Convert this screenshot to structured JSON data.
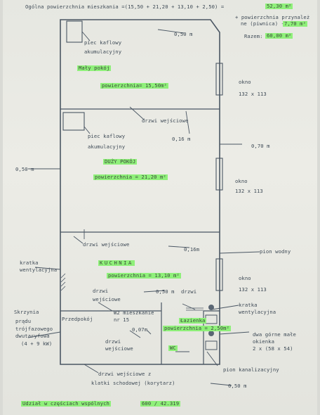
{
  "header": {
    "total_label": "Ogólna powierzchnia mieszkania =(15,50 + 21,20 + 13,10 + 2,50) =",
    "total_value": "52,30 m²",
    "cellar_label1": "+ powierzchnia przynależ",
    "cellar_label2": "ne (piwnica) -",
    "cellar_value": "7,70 m²",
    "sum_label": "Razem:",
    "sum_value": "60,00 m²"
  },
  "rooms": {
    "small_room": {
      "name": "Mały pokój",
      "area": "powierzchnia= 15,50m²"
    },
    "large_room": {
      "name": "DUŻY POKÓJ",
      "area": "powierzchnia = 21,20 m²"
    },
    "kitchen": {
      "name": "KUCHNIA",
      "area": "powierzchnia = 13,10 m²"
    },
    "bathroom": {
      "name": "Łazienka",
      "area": "powierzchnia = 2,50m²"
    },
    "wc": {
      "name": "WC"
    }
  },
  "labels": {
    "stove1_line1": "piec kaflowy",
    "stove1_line2": "akumulacyjny",
    "stove2_line1": "piec kaflowy",
    "stove2_line2": "akumulacyjny",
    "entry_door1": "drzwi wejściowe",
    "entry_door2": "drzwi wejściowe",
    "entry_door3_line1": "drzwi",
    "entry_door3_line2": "wejściowe",
    "entry_door4": "drzwi",
    "entry_door5_line1": "drzwi",
    "entry_door5_line2": "wejściowe",
    "main_door_line1": "drzwi wejściowe z",
    "main_door_line2": "klatki schodowej (korytarz)",
    "window1_name": "okno",
    "window1_size": "132 x 113",
    "window2_name": "okno",
    "window2_size": "132 x 113",
    "window3_name": "okno",
    "window3_size": "132 x 113",
    "dim1": "0,50 m",
    "dim2": "0,16 m",
    "dim3": "0,70 m",
    "dim4": "0,50 m",
    "dim5": "0,16m",
    "dim6": "0,50 m",
    "dim7": "0,07m",
    "dim8": "0,50 m",
    "vent1_line1": "kratka",
    "vent1_line2": "wentylacyjna",
    "vent2_line1": "kratka",
    "vent2_line2": "wentylacyjna",
    "water_pipe": "pion wodny",
    "sewer_pipe": "pion kanalizacyjny",
    "top_windows_line1": "dwa górne małe",
    "top_windows_line2": "okienka",
    "top_windows_line3": "2 x (58 x 54)",
    "box_line1": "Skrzynia",
    "box_line2": "prądu",
    "box_line3": "trójfazowego",
    "box_line4": "dwutaryfowa",
    "box_line5": "(4 + 9 kW)",
    "hall": "Przedpokój",
    "apt_line1": "W2 mieszkanie",
    "apt_line2": "nr 15"
  },
  "footer": {
    "share_label": "Udział w częściach wspólnych",
    "share_value": "600 / 42.319"
  }
}
